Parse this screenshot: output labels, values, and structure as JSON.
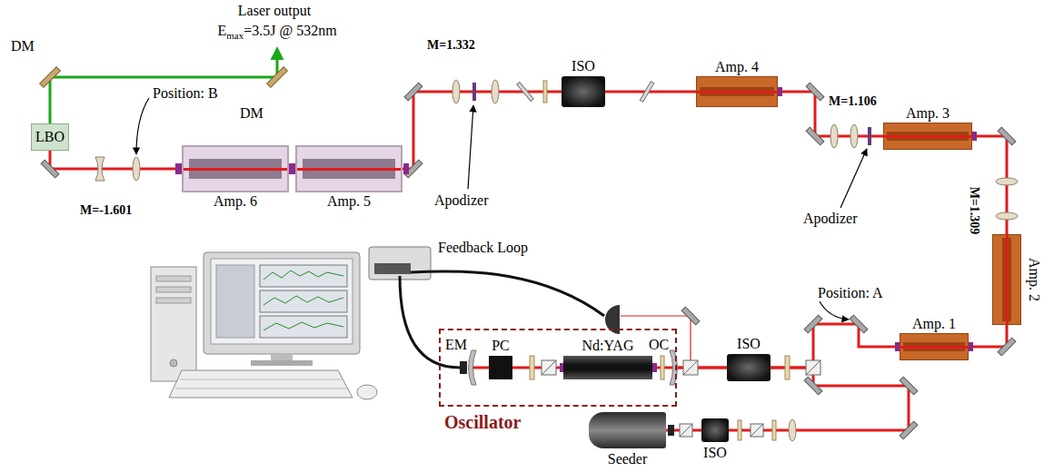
{
  "diagram": {
    "nodes": [
      {
        "text": [
          "Oscillator"
        ]
      },
      {
        "text": [
          "PC"
        ],
        "in": 0
      },
      {
        "text": [
          "Nd:YAG"
        ],
        "in": 0
      },
      {
        "text": [
          "Seeder"
        ]
      },
      {
        "text": [
          "ISO"
        ]
      },
      {
        "text": [
          "ISO"
        ]
      },
      {
        "text": [
          "Amp. 1"
        ]
      },
      {
        "text": [
          "Amp. 2"
        ]
      },
      {
        "text": [
          "Amp. 3"
        ]
      },
      {
        "text": [
          "Amp. 4"
        ]
      },
      {
        "text": [
          "ISO"
        ]
      },
      {
        "text": [
          "Amp. 5"
        ]
      },
      {
        "text": [
          "Amp. 6"
        ]
      },
      {
        "text": [
          "LBO"
        ]
      }
    ],
    "edges": [
      {
        "from": 3,
        "to": 4,
        "arrow": "none"
      },
      {
        "from": 4,
        "to": 0,
        "arrow": "none"
      },
      {
        "from": 0,
        "to": 5,
        "arrow": "none"
      },
      {
        "from": 5,
        "to": 6,
        "arrow": "none"
      },
      {
        "from": 6,
        "to": 7,
        "arrow": "none"
      },
      {
        "from": 7,
        "to": 8,
        "arrow": "none"
      },
      {
        "from": 8,
        "to": 9,
        "arrow": "none"
      },
      {
        "from": 9,
        "to": 10,
        "arrow": "none"
      },
      {
        "from": 10,
        "to": 11,
        "arrow": "none"
      },
      {
        "from": 11,
        "to": 12,
        "arrow": "none"
      },
      {
        "from": 12,
        "to": 13,
        "arrow": "none"
      }
    ],
    "labels": [
      "Laser output",
      "E",
      "max",
      "=3.5J @ 532nm",
      "DM",
      "DM",
      "Position: B",
      "M=-1.601",
      "M=1.332",
      "Apodizer",
      "M=1.106",
      "Apodizer",
      "M=1.309",
      "Position: A",
      "Feedback Loop",
      "EM",
      "OC"
    ]
  }
}
